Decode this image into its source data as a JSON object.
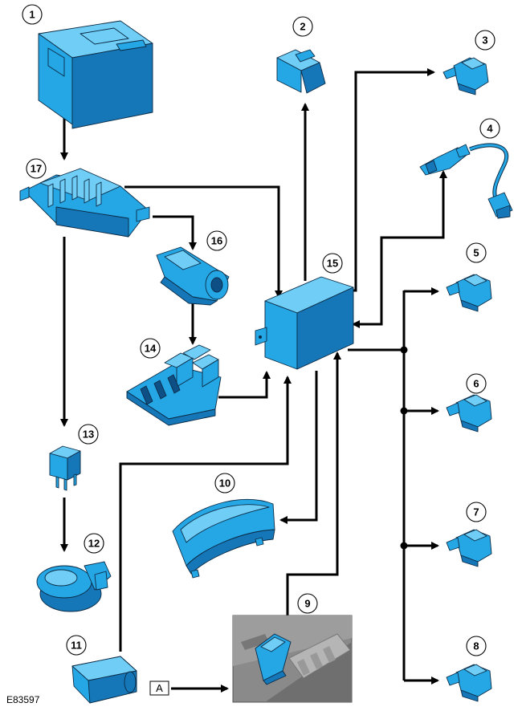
{
  "callouts": {
    "c1": "1",
    "c2": "2",
    "c3": "3",
    "c4": "4",
    "c5": "5",
    "c6": "6",
    "c7": "7",
    "c8": "8",
    "c9": "9",
    "c10": "10",
    "c11": "11",
    "c12": "12",
    "c13": "13",
    "c14": "14",
    "c15": "15",
    "c16": "16",
    "c17": "17"
  },
  "labels": {
    "box_a": "A",
    "figure_ref": "E83597"
  },
  "colors": {
    "component_blue": "#25a7e6",
    "component_light": "#6fcdf6",
    "component_dark": "#1677b8",
    "line": "#000000"
  }
}
